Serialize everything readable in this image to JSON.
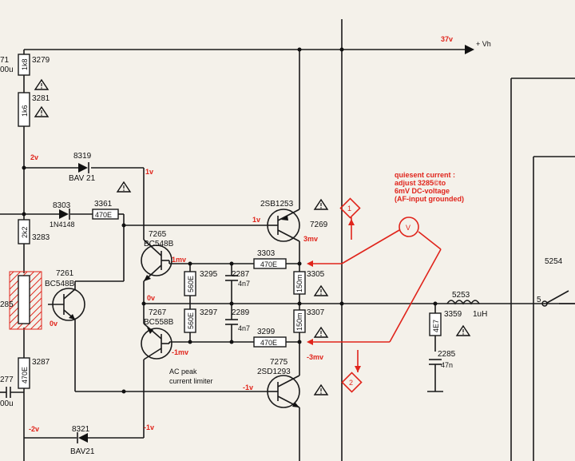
{
  "supply": {
    "voltage": "37v",
    "rail": "+ Vh"
  },
  "components": {
    "c3279": "3279",
    "r3279_val": "1k8",
    "partial_left": "71",
    "partial_left2": "00u",
    "r3281": "3281",
    "r3281_val": "1k6",
    "d8319": "8319",
    "d8319_type": "BAV 21",
    "d8303": "8303",
    "d8303_type": "1N4148",
    "r3361": "3361",
    "r3361_val": "470E",
    "r3283": "3283",
    "r3283_val": "2k2",
    "t7261": "7261",
    "t7261_type": "BC548B",
    "r3285_partial": "285",
    "r3287": "3287",
    "r3287_val": "470E",
    "c277_partial": "277",
    "c277_partial2": "00u",
    "t7265": "7265",
    "t7265_type": "BC548B",
    "t7267": "7267",
    "t7267_type": "BC558B",
    "r3295": "3295",
    "r3295_val": "560E",
    "r3297": "3297",
    "r3297_val": "560E",
    "c2287": "2287",
    "c2287_val": "4n7",
    "c2289": "2289",
    "c2289_val": "4n7",
    "r3303": "3303",
    "r3303_val": "470E",
    "r3299": "3299",
    "r3299_val": "470E",
    "r3305": "3305",
    "r3305_val": "150m",
    "r3307": "3307",
    "r3307_val": "150m",
    "t7269": "7269",
    "t7269_type": "2SB1253",
    "t7275": "7275",
    "t7275_type": "2SD1293",
    "l5253": "5253",
    "l5253_val": "1uH",
    "r3359": "3359",
    "r3359_val": "4E7",
    "c2285": "2285",
    "c2285_val": "47n",
    "d8321": "8321",
    "d8321_type": "BAV21",
    "p5254": "5254",
    "pin5": "5"
  },
  "voltages": {
    "v2v": "2v",
    "v1v": "1v",
    "v1v_b": "1v",
    "v3mv": "3mv",
    "v1mv": "1mv",
    "v0v_a": "0v",
    "v0v_b": "0v",
    "vneg1mv": "-1mv",
    "vneg3mv": "-3mv",
    "vneg1v": "-1v",
    "vneg2v": "-2v",
    "vneg1v_b": "-1v"
  },
  "annotations": {
    "limiter_1": "AC peak",
    "limiter_2": "current limiter",
    "note_1": "quiesent current :",
    "note_2": "adjust 3285©to",
    "note_3": "6mV DC-voltage",
    "note_4": "(AF-input grounded)",
    "meter": "V",
    "marker_1": "1",
    "marker_2": "2"
  },
  "colors": {
    "ink": "#1a1a1a",
    "annotation": "#e0241b",
    "paper": "#f4f1ea"
  }
}
